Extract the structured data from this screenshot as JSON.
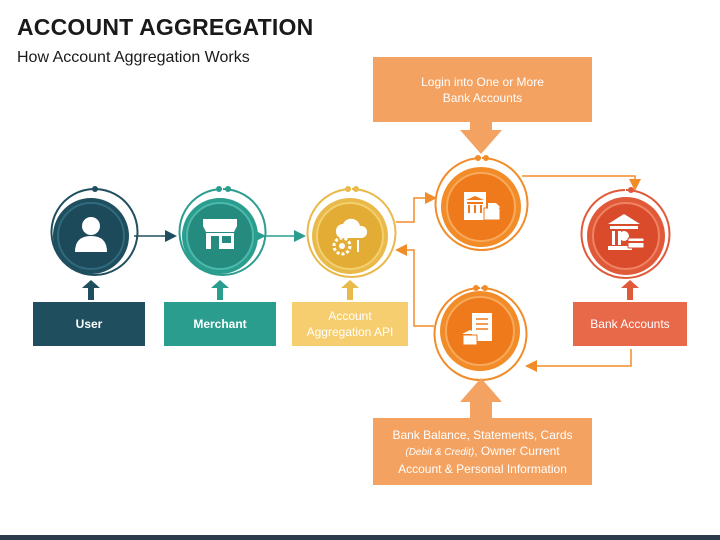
{
  "header": {
    "title": "ACCOUNT AGGREGATION",
    "subtitle": "How Account Aggregation Works"
  },
  "nodes": {
    "user": {
      "label": "User",
      "icon": "user-icon",
      "color": "#1f4e5f"
    },
    "merchant": {
      "label": "Merchant",
      "icon": "storefront-icon",
      "color": "#2a9d8f"
    },
    "api": {
      "label": "Account Aggregation API",
      "icon": "cloud-gear-icon",
      "color": "#e9b949"
    },
    "bank_accounts": {
      "label": "Bank Accounts",
      "icon": "bank-icon",
      "color": "#e05a3a"
    }
  },
  "callouts": {
    "login": {
      "line1": "Login into One or More",
      "line2": "Bank Accounts",
      "color": "#f4a261"
    },
    "balance": {
      "line1": "Bank Balance, Statements, Cards",
      "line2_italic": "(Debit & Credit)",
      "line2_rest": ", Owner Current",
      "line3": "Account & Personal Information",
      "color": "#f4a261"
    }
  },
  "colors": {
    "orange": "#f28c28",
    "footer": "#2b3b4a"
  }
}
